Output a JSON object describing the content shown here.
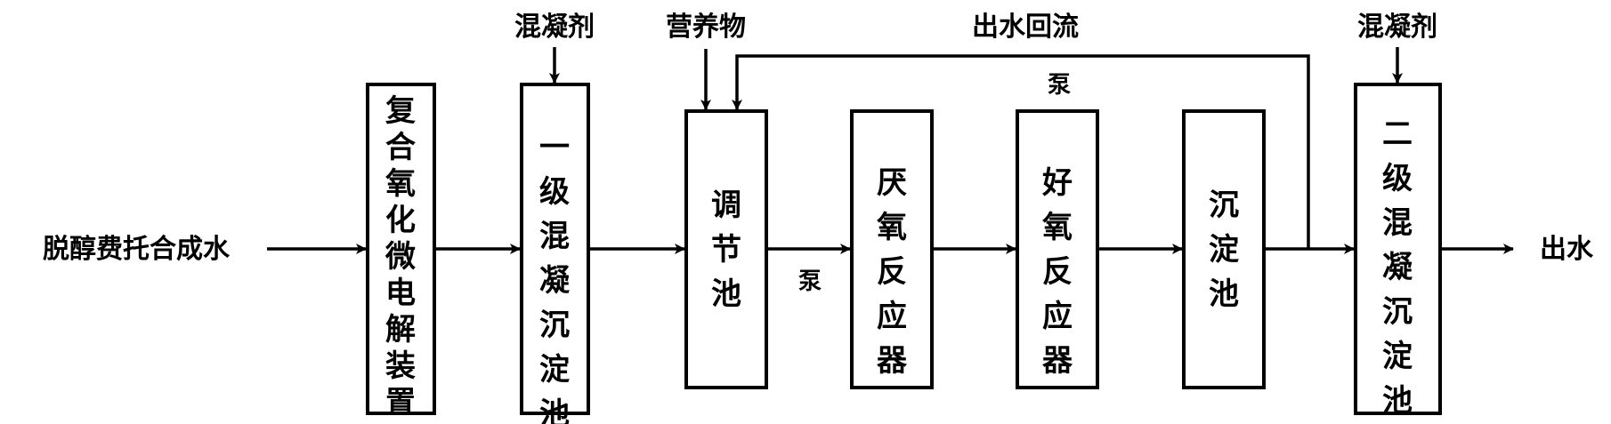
{
  "input_label": "脱醇费托合成水",
  "output_label": "出水",
  "boxes": [
    {
      "id": "micro-electrolysis",
      "text": "复合氧化微电解装置"
    },
    {
      "id": "primary-coag",
      "text": "一级混凝沉淀池"
    },
    {
      "id": "regulating",
      "text": "调节池"
    },
    {
      "id": "anaerobic",
      "text": "厌氧反应器"
    },
    {
      "id": "aerobic",
      "text": "好氧反应器"
    },
    {
      "id": "sedimentation",
      "text": "沉淀池"
    },
    {
      "id": "secondary-coag",
      "text": "二级混凝沉淀池"
    }
  ],
  "additives": {
    "coagulant_1": "混凝剂",
    "nutrients": "营养物",
    "coagulant_2": "混凝剂"
  },
  "recycle_label": "出水回流",
  "pump_labels": {
    "recycle_pump": "泵",
    "feed_pump": "泵"
  }
}
